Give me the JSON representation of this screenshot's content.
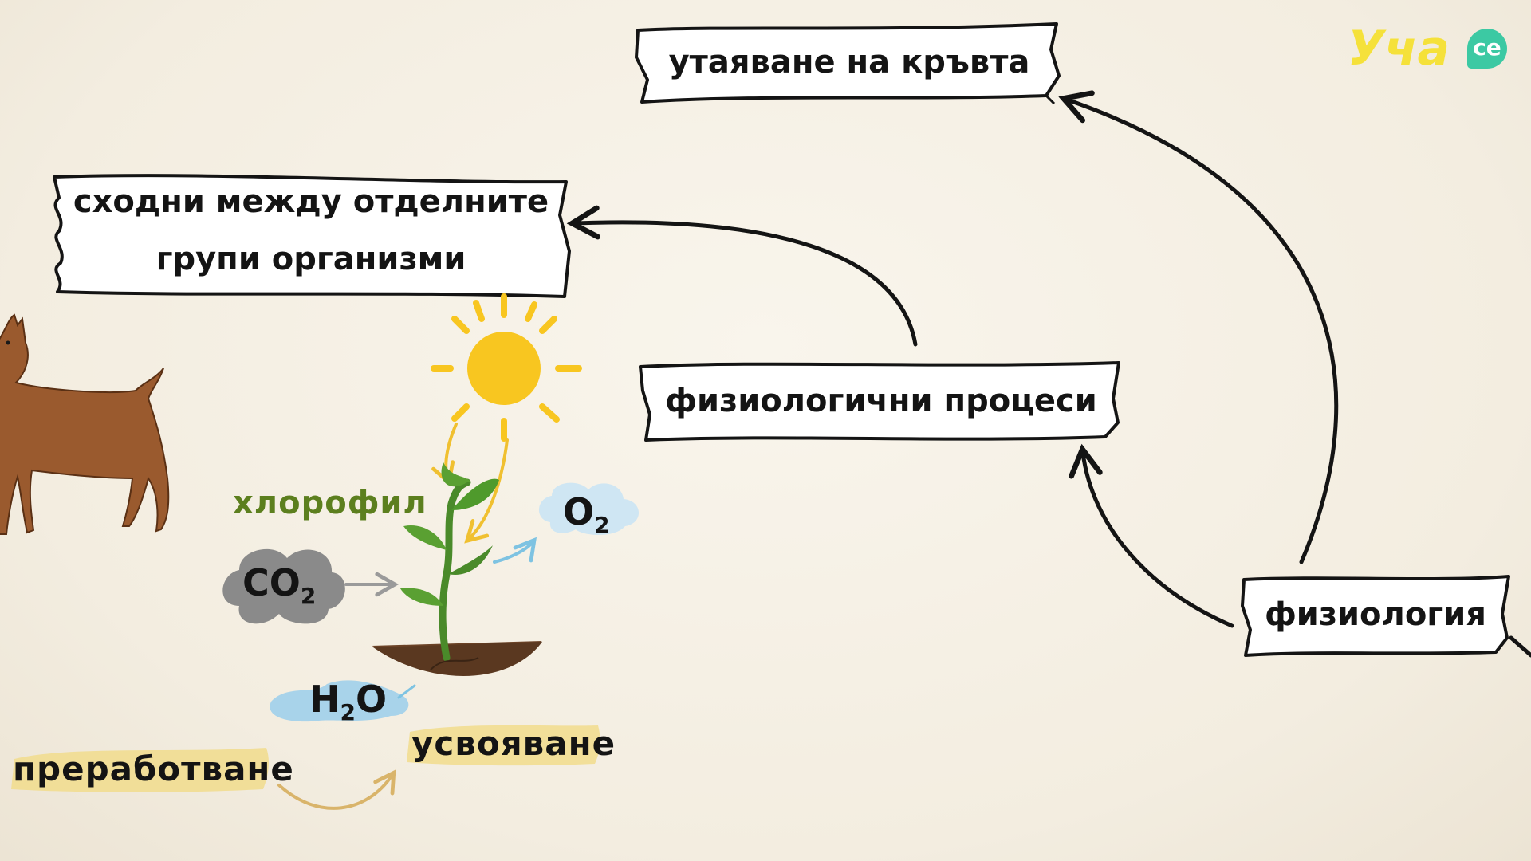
{
  "logo": {
    "text": "Уча",
    "badge": "се",
    "colors": {
      "main": "#f5e13a",
      "badge": "#3cc9a3"
    }
  },
  "boxes": {
    "blood": "утаяване на кръвта",
    "similar_line1": "сходни между отделните",
    "similar_line2": "групи организми",
    "processes": "физиологични процеси",
    "physiology": "физиология"
  },
  "plant_diagram": {
    "chlorophyll": "хлорофил",
    "co2": {
      "symbol": "CO",
      "sub": "2"
    },
    "o2": {
      "symbol": "O",
      "sub": "2"
    },
    "h2o": {
      "pre": "H",
      "sub": "2",
      "post": "O"
    }
  },
  "bottom": {
    "processing": "преработване",
    "assimilation": "усвояване"
  },
  "colors": {
    "background": "#f6f1e6",
    "box_fill": "#ffffff",
    "ink": "#141414",
    "chlorophyll": "#5c7f1e",
    "sun": "#f8c620",
    "cloud_gray": "#8a8a8a",
    "cloud_blue": "#a8d3ea",
    "highlight": "#f1dc8c",
    "dog": "#9a5a2e"
  },
  "icons": [
    "sun-icon",
    "plant-icon",
    "dog-icon",
    "cloud-icon",
    "arrow-icon"
  ]
}
